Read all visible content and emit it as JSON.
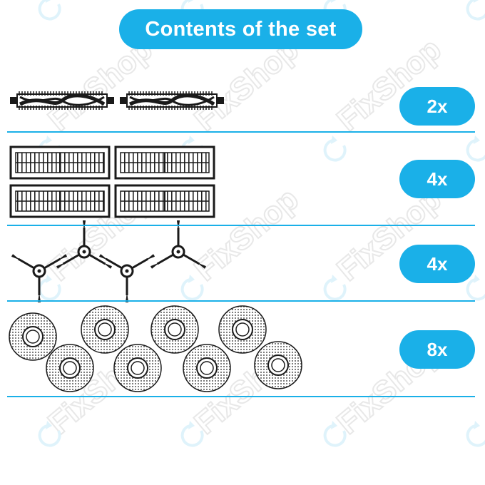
{
  "title": "Contents of the set",
  "watermark": {
    "brand": "FixShop"
  },
  "rows": [
    {
      "item": "main-brush",
      "quantity": "2x"
    },
    {
      "item": "hepa-filter",
      "quantity": "4x"
    },
    {
      "item": "side-brush",
      "quantity": "4x"
    },
    {
      "item": "mop-pad",
      "quantity": "8x"
    }
  ],
  "colors": {
    "accent": "#1ab0e8",
    "ink": "#1a1a1a",
    "watermark": "#e8e8e8"
  }
}
